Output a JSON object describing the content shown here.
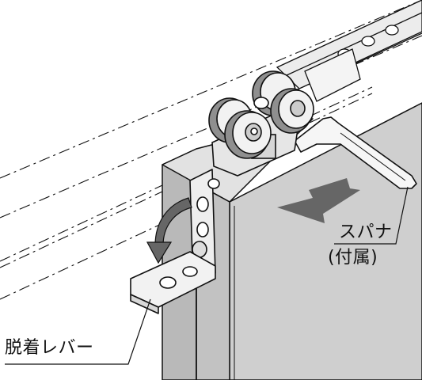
{
  "labels": {
    "spanner": "スパナ",
    "spanner_note": "(付属)",
    "release_lever": "脱着レバー"
  },
  "colors": {
    "line": "#111111",
    "door_front": "#cfcfcf",
    "door_edge": "#b4b4b4",
    "door_top": "#e2e2e2",
    "metal": "#e6e6e6",
    "wheel": "#f2f2f2",
    "wheel_shadow": "#9a9a9a",
    "arrow": "#666666",
    "background": "#ffffff"
  },
  "icons": {
    "motion_arrow": "arrow-left-down",
    "rotate_arrow": "curved-arrow-down"
  }
}
